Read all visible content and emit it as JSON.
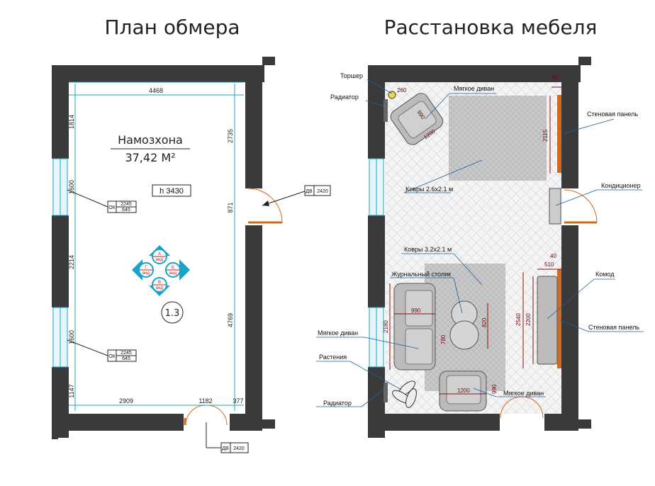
{
  "titles": {
    "survey": "План обмера",
    "furniture": "Расстановка мебеля"
  },
  "room": {
    "name": "Намозхона",
    "area": "37,42 М²",
    "height": "h 3430",
    "tag": "1.3"
  },
  "survey_dims": {
    "top": "4468",
    "left_1": "1814",
    "left_2": "1600",
    "left_3": "2214",
    "left_4": "1600",
    "left_5": "1147",
    "right_1": "2735",
    "right_2": "871",
    "right_3": "4769",
    "bottom_1": "2909",
    "bottom_2": "1182",
    "bottom_3": "377"
  },
  "windows": [
    {
      "code": "ОК",
      "w": "2245",
      "h": "645"
    },
    {
      "code": "ОК",
      "w": "2245",
      "h": "645"
    }
  ],
  "doors": [
    {
      "code": "ДВ",
      "size": "2420"
    },
    {
      "code": "ДВ",
      "size": "2420"
    }
  ],
  "views": {
    "a": "А",
    "b": "Б",
    "v": "В",
    "g": "Г",
    "word": "вид"
  },
  "furniture_labels": {
    "torsher": "Торшер",
    "radiator_top": "Радиатор",
    "sofa_top": "Мягкое диван",
    "wall_panel_top": "Стеновая панель",
    "rug_1": "Ковры 2.6x2.1 м",
    "conditioner": "Кондиционер",
    "rug_2": "Ковры 3.2x2.1 м",
    "coffee_table": "Журнальный столик",
    "komod": "Комод",
    "sofa_left": "Мягкое диван",
    "wall_panel_bottom": "Стеновая панель",
    "plants": "Растения",
    "sofa_bottom": "Мягкое диван",
    "radiator_bottom": "Радиатор"
  },
  "furniture_dims": {
    "d40a": "40",
    "d260": "260",
    "d990a": "990",
    "d1200a": "1200",
    "d2115": "2115",
    "d40b": "40",
    "d510": "510",
    "d2540": "2540",
    "d2200": "2200",
    "d990b": "990",
    "d2180": "2180",
    "d780": "780",
    "d820": "820",
    "d1200b": "1200",
    "d990c": "990"
  }
}
